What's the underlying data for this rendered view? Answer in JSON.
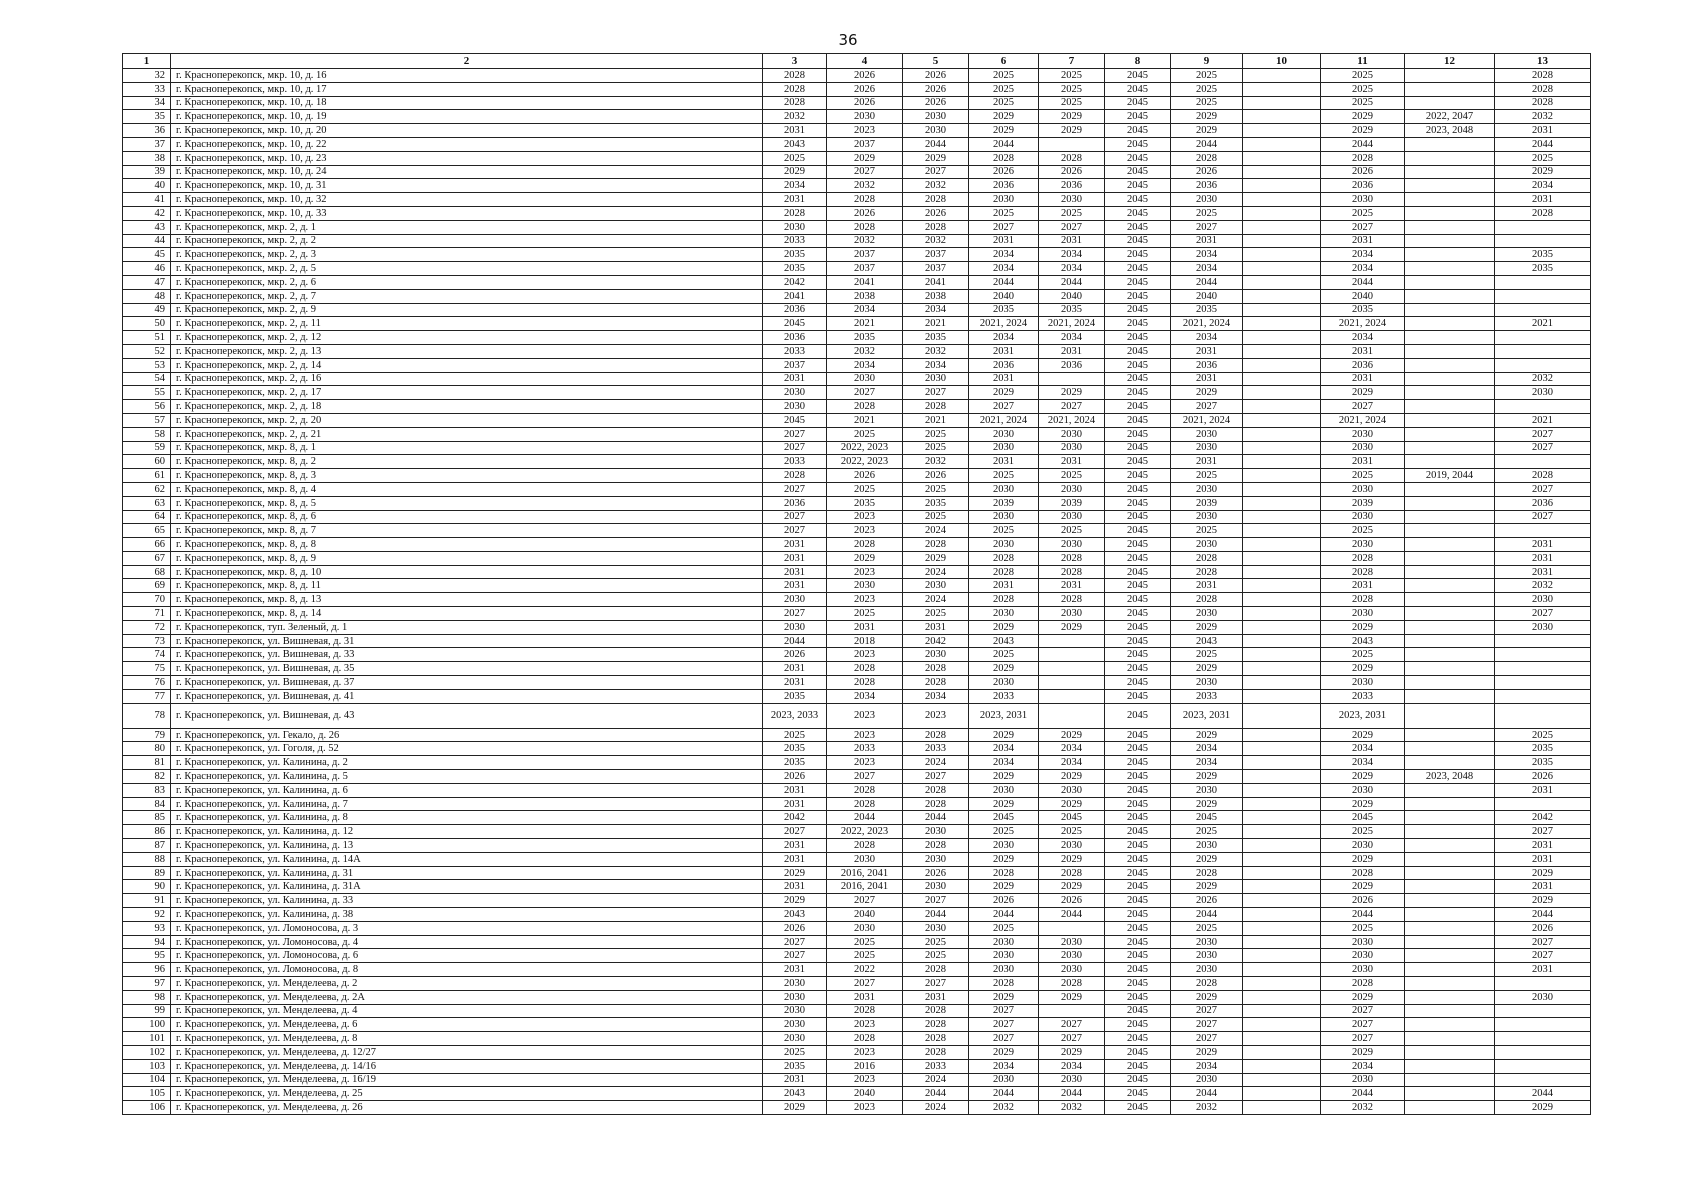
{
  "page_number": "36",
  "columns": [
    "1",
    "2",
    "3",
    "4",
    "5",
    "6",
    "7",
    "8",
    "9",
    "10",
    "11",
    "12",
    "13"
  ],
  "rows": [
    [
      "32",
      "г. Красноперекопск, мкр. 10, д. 16",
      "2028",
      "2026",
      "2026",
      "2025",
      "2025",
      "2045",
      "2025",
      "",
      "2025",
      "",
      "2028"
    ],
    [
      "33",
      "г. Красноперекопск, мкр. 10, д. 17",
      "2028",
      "2026",
      "2026",
      "2025",
      "2025",
      "2045",
      "2025",
      "",
      "2025",
      "",
      "2028"
    ],
    [
      "34",
      "г. Красноперекопск, мкр. 10, д. 18",
      "2028",
      "2026",
      "2026",
      "2025",
      "2025",
      "2045",
      "2025",
      "",
      "2025",
      "",
      "2028"
    ],
    [
      "35",
      "г. Красноперекопск, мкр. 10, д. 19",
      "2032",
      "2030",
      "2030",
      "2029",
      "2029",
      "2045",
      "2029",
      "",
      "2029",
      "2022, 2047",
      "2032"
    ],
    [
      "36",
      "г. Красноперекопск, мкр. 10, д. 20",
      "2031",
      "2023",
      "2030",
      "2029",
      "2029",
      "2045",
      "2029",
      "",
      "2029",
      "2023, 2048",
      "2031"
    ],
    [
      "37",
      "г. Красноперекопск, мкр. 10, д. 22",
      "2043",
      "2037",
      "2044",
      "2044",
      "",
      "2045",
      "2044",
      "",
      "2044",
      "",
      "2044"
    ],
    [
      "38",
      "г. Красноперекопск, мкр. 10, д. 23",
      "2025",
      "2029",
      "2029",
      "2028",
      "2028",
      "2045",
      "2028",
      "",
      "2028",
      "",
      "2025"
    ],
    [
      "39",
      "г. Красноперекопск, мкр. 10, д. 24",
      "2029",
      "2027",
      "2027",
      "2026",
      "2026",
      "2045",
      "2026",
      "",
      "2026",
      "",
      "2029"
    ],
    [
      "40",
      "г. Красноперекопск, мкр. 10, д. 31",
      "2034",
      "2032",
      "2032",
      "2036",
      "2036",
      "2045",
      "2036",
      "",
      "2036",
      "",
      "2034"
    ],
    [
      "41",
      "г. Красноперекопск, мкр. 10, д. 32",
      "2031",
      "2028",
      "2028",
      "2030",
      "2030",
      "2045",
      "2030",
      "",
      "2030",
      "",
      "2031"
    ],
    [
      "42",
      "г. Красноперекопск, мкр. 10, д. 33",
      "2028",
      "2026",
      "2026",
      "2025",
      "2025",
      "2045",
      "2025",
      "",
      "2025",
      "",
      "2028"
    ],
    [
      "43",
      "г. Красноперекопск, мкр. 2, д. 1",
      "2030",
      "2028",
      "2028",
      "2027",
      "2027",
      "2045",
      "2027",
      "",
      "2027",
      "",
      ""
    ],
    [
      "44",
      "г. Красноперекопск, мкр. 2, д. 2",
      "2033",
      "2032",
      "2032",
      "2031",
      "2031",
      "2045",
      "2031",
      "",
      "2031",
      "",
      ""
    ],
    [
      "45",
      "г. Красноперекопск, мкр. 2, д. 3",
      "2035",
      "2037",
      "2037",
      "2034",
      "2034",
      "2045",
      "2034",
      "",
      "2034",
      "",
      "2035"
    ],
    [
      "46",
      "г. Красноперекопск, мкр. 2, д. 5",
      "2035",
      "2037",
      "2037",
      "2034",
      "2034",
      "2045",
      "2034",
      "",
      "2034",
      "",
      "2035"
    ],
    [
      "47",
      "г. Красноперекопск, мкр. 2, д. 6",
      "2042",
      "2041",
      "2041",
      "2044",
      "2044",
      "2045",
      "2044",
      "",
      "2044",
      "",
      ""
    ],
    [
      "48",
      "г. Красноперекопск, мкр. 2, д. 7",
      "2041",
      "2038",
      "2038",
      "2040",
      "2040",
      "2045",
      "2040",
      "",
      "2040",
      "",
      ""
    ],
    [
      "49",
      "г. Красноперекопск, мкр. 2, д. 9",
      "2036",
      "2034",
      "2034",
      "2035",
      "2035",
      "2045",
      "2035",
      "",
      "2035",
      "",
      ""
    ],
    [
      "50",
      "г. Красноперекопск, мкр. 2, д. 11",
      "2045",
      "2021",
      "2021",
      "2021, 2024",
      "2021, 2024",
      "2045",
      "2021, 2024",
      "",
      "2021, 2024",
      "",
      "2021"
    ],
    [
      "51",
      "г. Красноперекопск, мкр. 2, д. 12",
      "2036",
      "2035",
      "2035",
      "2034",
      "2034",
      "2045",
      "2034",
      "",
      "2034",
      "",
      ""
    ],
    [
      "52",
      "г. Красноперекопск, мкр. 2, д. 13",
      "2033",
      "2032",
      "2032",
      "2031",
      "2031",
      "2045",
      "2031",
      "",
      "2031",
      "",
      ""
    ],
    [
      "53",
      "г. Красноперекопск, мкр. 2, д. 14",
      "2037",
      "2034",
      "2034",
      "2036",
      "2036",
      "2045",
      "2036",
      "",
      "2036",
      "",
      ""
    ],
    [
      "54",
      "г. Красноперекопск, мкр. 2, д. 16",
      "2031",
      "2030",
      "2030",
      "2031",
      "",
      "2045",
      "2031",
      "",
      "2031",
      "",
      "2032"
    ],
    [
      "55",
      "г. Красноперекопск, мкр. 2, д. 17",
      "2030",
      "2027",
      "2027",
      "2029",
      "2029",
      "2045",
      "2029",
      "",
      "2029",
      "",
      "2030"
    ],
    [
      "56",
      "г. Красноперекопск, мкр. 2, д. 18",
      "2030",
      "2028",
      "2028",
      "2027",
      "2027",
      "2045",
      "2027",
      "",
      "2027",
      "",
      ""
    ],
    [
      "57",
      "г. Красноперекопск, мкр. 2, д. 20",
      "2045",
      "2021",
      "2021",
      "2021, 2024",
      "2021, 2024",
      "2045",
      "2021, 2024",
      "",
      "2021, 2024",
      "",
      "2021"
    ],
    [
      "58",
      "г. Красноперекопск, мкр. 2, д. 21",
      "2027",
      "2025",
      "2025",
      "2030",
      "2030",
      "2045",
      "2030",
      "",
      "2030",
      "",
      "2027"
    ],
    [
      "59",
      "г. Красноперекопск, мкр. 8, д. 1",
      "2027",
      "2022, 2023",
      "2025",
      "2030",
      "2030",
      "2045",
      "2030",
      "",
      "2030",
      "",
      "2027"
    ],
    [
      "60",
      "г. Красноперекопск, мкр. 8, д. 2",
      "2033",
      "2022, 2023",
      "2032",
      "2031",
      "2031",
      "2045",
      "2031",
      "",
      "2031",
      "",
      ""
    ],
    [
      "61",
      "г. Красноперекопск, мкр. 8, д. 3",
      "2028",
      "2026",
      "2026",
      "2025",
      "2025",
      "2045",
      "2025",
      "",
      "2025",
      "2019, 2044",
      "2028"
    ],
    [
      "62",
      "г. Красноперекопск, мкр. 8, д. 4",
      "2027",
      "2025",
      "2025",
      "2030",
      "2030",
      "2045",
      "2030",
      "",
      "2030",
      "",
      "2027"
    ],
    [
      "63",
      "г. Красноперекопск, мкр. 8, д. 5",
      "2036",
      "2035",
      "2035",
      "2039",
      "2039",
      "2045",
      "2039",
      "",
      "2039",
      "",
      "2036"
    ],
    [
      "64",
      "г. Красноперекопск, мкр. 8, д. 6",
      "2027",
      "2023",
      "2025",
      "2030",
      "2030",
      "2045",
      "2030",
      "",
      "2030",
      "",
      "2027"
    ],
    [
      "65",
      "г. Красноперекопск, мкр. 8, д. 7",
      "2027",
      "2023",
      "2024",
      "2025",
      "2025",
      "2045",
      "2025",
      "",
      "2025",
      "",
      ""
    ],
    [
      "66",
      "г. Красноперекопск, мкр. 8, д. 8",
      "2031",
      "2028",
      "2028",
      "2030",
      "2030",
      "2045",
      "2030",
      "",
      "2030",
      "",
      "2031"
    ],
    [
      "67",
      "г. Красноперекопск, мкр. 8, д. 9",
      "2031",
      "2029",
      "2029",
      "2028",
      "2028",
      "2045",
      "2028",
      "",
      "2028",
      "",
      "2031"
    ],
    [
      "68",
      "г. Красноперекопск, мкр. 8, д. 10",
      "2031",
      "2023",
      "2024",
      "2028",
      "2028",
      "2045",
      "2028",
      "",
      "2028",
      "",
      "2031"
    ],
    [
      "69",
      "г. Красноперекопск, мкр. 8, д. 11",
      "2031",
      "2030",
      "2030",
      "2031",
      "2031",
      "2045",
      "2031",
      "",
      "2031",
      "",
      "2032"
    ],
    [
      "70",
      "г. Красноперекопск, мкр. 8, д. 13",
      "2030",
      "2023",
      "2024",
      "2028",
      "2028",
      "2045",
      "2028",
      "",
      "2028",
      "",
      "2030"
    ],
    [
      "71",
      "г. Красноперекопск, мкр. 8, д. 14",
      "2027",
      "2025",
      "2025",
      "2030",
      "2030",
      "2045",
      "2030",
      "",
      "2030",
      "",
      "2027"
    ],
    [
      "72",
      "г. Красноперекопск, туп. Зеленый, д. 1",
      "2030",
      "2031",
      "2031",
      "2029",
      "2029",
      "2045",
      "2029",
      "",
      "2029",
      "",
      "2030"
    ],
    [
      "73",
      "г. Красноперекопск, ул. Вишневая, д. 31",
      "2044",
      "2018",
      "2042",
      "2043",
      "",
      "2045",
      "2043",
      "",
      "2043",
      "",
      ""
    ],
    [
      "74",
      "г. Красноперекопск, ул. Вишневая, д. 33",
      "2026",
      "2023",
      "2030",
      "2025",
      "",
      "2045",
      "2025",
      "",
      "2025",
      "",
      ""
    ],
    [
      "75",
      "г. Красноперекопск, ул. Вишневая, д. 35",
      "2031",
      "2028",
      "2028",
      "2029",
      "",
      "2045",
      "2029",
      "",
      "2029",
      "",
      ""
    ],
    [
      "76",
      "г. Красноперекопск, ул. Вишневая, д. 37",
      "2031",
      "2028",
      "2028",
      "2030",
      "",
      "2045",
      "2030",
      "",
      "2030",
      "",
      ""
    ],
    [
      "77",
      "г. Красноперекопск, ул. Вишневая, д. 41",
      "2035",
      "2034",
      "2034",
      "2033",
      "",
      "2045",
      "2033",
      "",
      "2033",
      "",
      ""
    ],
    [
      "78",
      "г. Красноперекопск, ул. Вишневая, д. 43",
      "2023, 2033",
      "2023",
      "2023",
      "2023, 2031",
      "",
      "2045",
      "2023, 2031",
      "",
      "2023, 2031",
      "",
      ""
    ],
    [
      "79",
      "г. Красноперекопск, ул. Гекало, д. 26",
      "2025",
      "2023",
      "2028",
      "2029",
      "2029",
      "2045",
      "2029",
      "",
      "2029",
      "",
      "2025"
    ],
    [
      "80",
      "г. Красноперекопск, ул. Гоголя, д. 52",
      "2035",
      "2033",
      "2033",
      "2034",
      "2034",
      "2045",
      "2034",
      "",
      "2034",
      "",
      "2035"
    ],
    [
      "81",
      "г. Красноперекопск, ул. Калинина, д. 2",
      "2035",
      "2023",
      "2024",
      "2034",
      "2034",
      "2045",
      "2034",
      "",
      "2034",
      "",
      "2035"
    ],
    [
      "82",
      "г. Красноперекопск, ул. Калинина, д. 5",
      "2026",
      "2027",
      "2027",
      "2029",
      "2029",
      "2045",
      "2029",
      "",
      "2029",
      "2023, 2048",
      "2026"
    ],
    [
      "83",
      "г. Красноперекопск, ул. Калинина, д. 6",
      "2031",
      "2028",
      "2028",
      "2030",
      "2030",
      "2045",
      "2030",
      "",
      "2030",
      "",
      "2031"
    ],
    [
      "84",
      "г. Красноперекопск, ул. Калинина, д. 7",
      "2031",
      "2028",
      "2028",
      "2029",
      "2029",
      "2045",
      "2029",
      "",
      "2029",
      "",
      ""
    ],
    [
      "85",
      "г. Красноперекопск, ул. Калинина, д. 8",
      "2042",
      "2044",
      "2044",
      "2045",
      "2045",
      "2045",
      "2045",
      "",
      "2045",
      "",
      "2042"
    ],
    [
      "86",
      "г. Красноперекопск, ул. Калинина, д. 12",
      "2027",
      "2022, 2023",
      "2030",
      "2025",
      "2025",
      "2045",
      "2025",
      "",
      "2025",
      "",
      "2027"
    ],
    [
      "87",
      "г. Красноперекопск, ул. Калинина, д. 13",
      "2031",
      "2028",
      "2028",
      "2030",
      "2030",
      "2045",
      "2030",
      "",
      "2030",
      "",
      "2031"
    ],
    [
      "88",
      "г. Красноперекопск, ул. Калинина, д. 14А",
      "2031",
      "2030",
      "2030",
      "2029",
      "2029",
      "2045",
      "2029",
      "",
      "2029",
      "",
      "2031"
    ],
    [
      "89",
      "г. Красноперекопск, ул. Калинина, д. 31",
      "2029",
      "2016, 2041",
      "2026",
      "2028",
      "2028",
      "2045",
      "2028",
      "",
      "2028",
      "",
      "2029"
    ],
    [
      "90",
      "г. Красноперекопск, ул. Калинина, д. 31А",
      "2031",
      "2016, 2041",
      "2030",
      "2029",
      "2029",
      "2045",
      "2029",
      "",
      "2029",
      "",
      "2031"
    ],
    [
      "91",
      "г. Красноперекопск, ул. Калинина, д. 33",
      "2029",
      "2027",
      "2027",
      "2026",
      "2026",
      "2045",
      "2026",
      "",
      "2026",
      "",
      "2029"
    ],
    [
      "92",
      "г. Красноперекопск, ул. Калинина, д. 38",
      "2043",
      "2040",
      "2044",
      "2044",
      "2044",
      "2045",
      "2044",
      "",
      "2044",
      "",
      "2044"
    ],
    [
      "93",
      "г. Красноперекопск, ул. Ломоносова, д. 3",
      "2026",
      "2030",
      "2030",
      "2025",
      "",
      "2045",
      "2025",
      "",
      "2025",
      "",
      "2026"
    ],
    [
      "94",
      "г. Красноперекопск, ул. Ломоносова, д. 4",
      "2027",
      "2025",
      "2025",
      "2030",
      "2030",
      "2045",
      "2030",
      "",
      "2030",
      "",
      "2027"
    ],
    [
      "95",
      "г. Красноперекопск, ул. Ломоносова, д. 6",
      "2027",
      "2025",
      "2025",
      "2030",
      "2030",
      "2045",
      "2030",
      "",
      "2030",
      "",
      "2027"
    ],
    [
      "96",
      "г. Красноперекопск, ул. Ломоносова, д. 8",
      "2031",
      "2022",
      "2028",
      "2030",
      "2030",
      "2045",
      "2030",
      "",
      "2030",
      "",
      "2031"
    ],
    [
      "97",
      "г. Красноперекопск, ул. Менделеева, д. 2",
      "2030",
      "2027",
      "2027",
      "2028",
      "2028",
      "2045",
      "2028",
      "",
      "2028",
      "",
      ""
    ],
    [
      "98",
      "г. Красноперекопск, ул. Менделеева, д. 2А",
      "2030",
      "2031",
      "2031",
      "2029",
      "2029",
      "2045",
      "2029",
      "",
      "2029",
      "",
      "2030"
    ],
    [
      "99",
      "г. Красноперекопск, ул. Менделеева, д. 4",
      "2030",
      "2028",
      "2028",
      "2027",
      "",
      "2045",
      "2027",
      "",
      "2027",
      "",
      ""
    ],
    [
      "100",
      "г. Красноперекопск, ул. Менделеева, д. 6",
      "2030",
      "2023",
      "2028",
      "2027",
      "2027",
      "2045",
      "2027",
      "",
      "2027",
      "",
      ""
    ],
    [
      "101",
      "г. Красноперекопск, ул. Менделеева, д. 8",
      "2030",
      "2028",
      "2028",
      "2027",
      "2027",
      "2045",
      "2027",
      "",
      "2027",
      "",
      ""
    ],
    [
      "102",
      "г. Красноперекопск, ул. Менделеева, д. 12/27",
      "2025",
      "2023",
      "2028",
      "2029",
      "2029",
      "2045",
      "2029",
      "",
      "2029",
      "",
      ""
    ],
    [
      "103",
      "г. Красноперекопск, ул. Менделеева, д. 14/16",
      "2035",
      "2016",
      "2033",
      "2034",
      "2034",
      "2045",
      "2034",
      "",
      "2034",
      "",
      ""
    ],
    [
      "104",
      "г. Красноперекопск, ул. Менделеева, д. 16/19",
      "2031",
      "2023",
      "2024",
      "2030",
      "2030",
      "2045",
      "2030",
      "",
      "2030",
      "",
      ""
    ],
    [
      "105",
      "г. Красноперекопск, ул. Менделеева, д. 25",
      "2043",
      "2040",
      "2044",
      "2044",
      "2044",
      "2045",
      "2044",
      "",
      "2044",
      "",
      "2044"
    ],
    [
      "106",
      "г. Красноперекопск, ул. Менделеева, д. 26",
      "2029",
      "2023",
      "2024",
      "2032",
      "2032",
      "2045",
      "2032",
      "",
      "2032",
      "",
      "2029"
    ]
  ]
}
